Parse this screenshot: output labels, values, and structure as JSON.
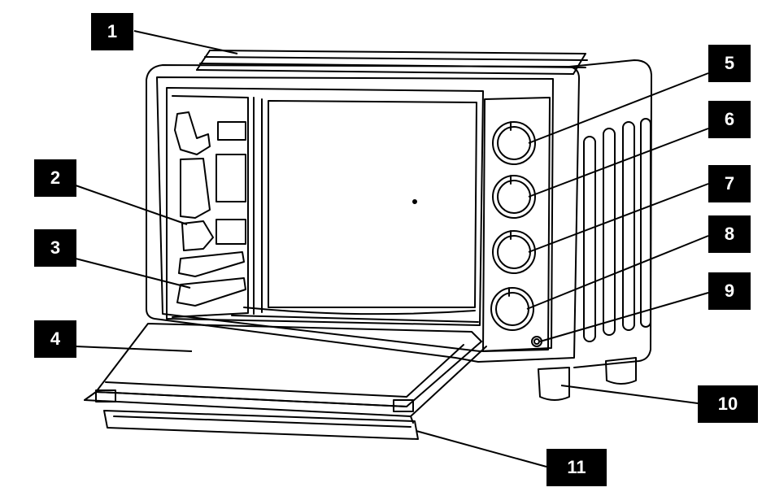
{
  "callouts": [
    "1",
    "2",
    "3",
    "4",
    "5",
    "6",
    "7",
    "8",
    "9",
    "10",
    "11"
  ],
  "colors": {
    "line": "#000000",
    "fill": "#ffffff",
    "shade": "#f2f2f2"
  }
}
